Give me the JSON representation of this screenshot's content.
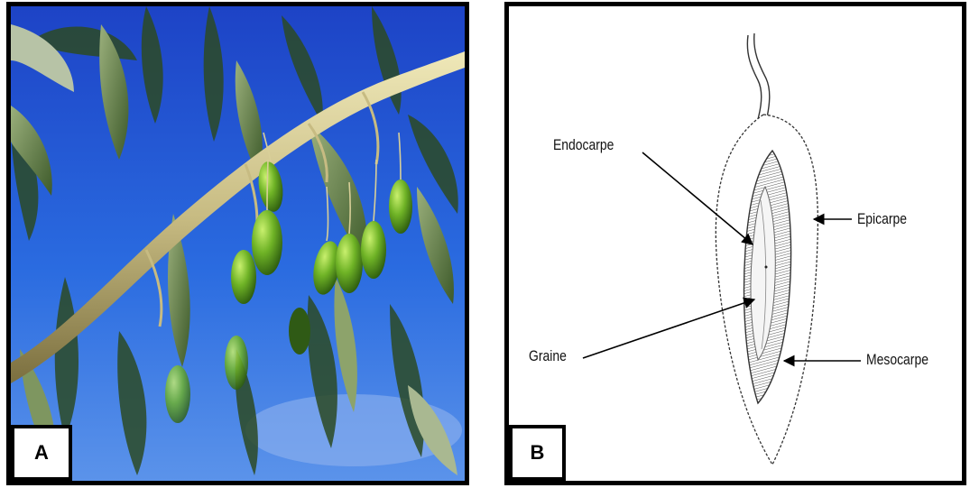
{
  "panels": [
    {
      "label": "A",
      "content": "photo"
    },
    {
      "label": "B",
      "content": "diagram"
    }
  ],
  "annotations": {
    "endocarpe": "Endocarpe",
    "epicarpe": "Epicarpe",
    "graine": "Graine",
    "mesocarpe": "Mesocarpe"
  },
  "colors": {
    "sky": "#1f4fd0",
    "branch": "#c9c08a",
    "olive": "#6aa92a",
    "leaf": "#6f8a4e"
  }
}
